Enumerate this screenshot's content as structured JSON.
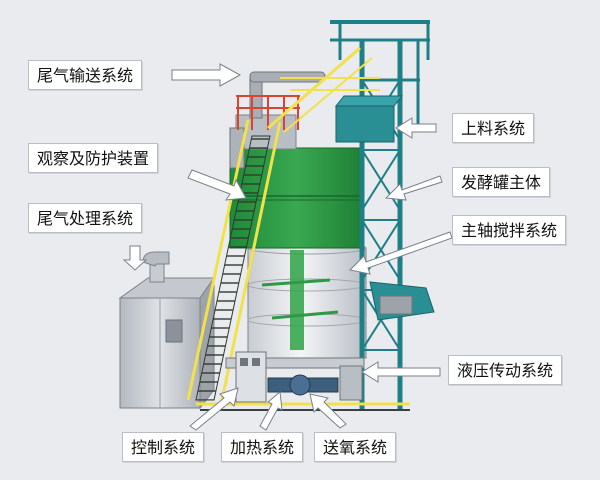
{
  "labels": {
    "exhaust_delivery": "尾气输送系统",
    "observation_protection": "观察及防护装置",
    "exhaust_treatment": "尾气处理系统",
    "feeding": "上料系统",
    "fermenter_body": "发酵罐主体",
    "spindle_stirring": "主轴搅拌系统",
    "hydraulic_drive": "液压传动系统",
    "control": "控制系统",
    "heating": "加热系统",
    "oxygen_supply": "送氧系统"
  },
  "colors": {
    "background": "#e9ebee",
    "tank_green": "#2f9a46",
    "steel_frame": "#1e7f86",
    "ladder_yellow": "#f2e14a",
    "red_rail": "#d9442f",
    "tank_grey": "#d7dadf",
    "pipe_grey": "#a9aeb5"
  }
}
